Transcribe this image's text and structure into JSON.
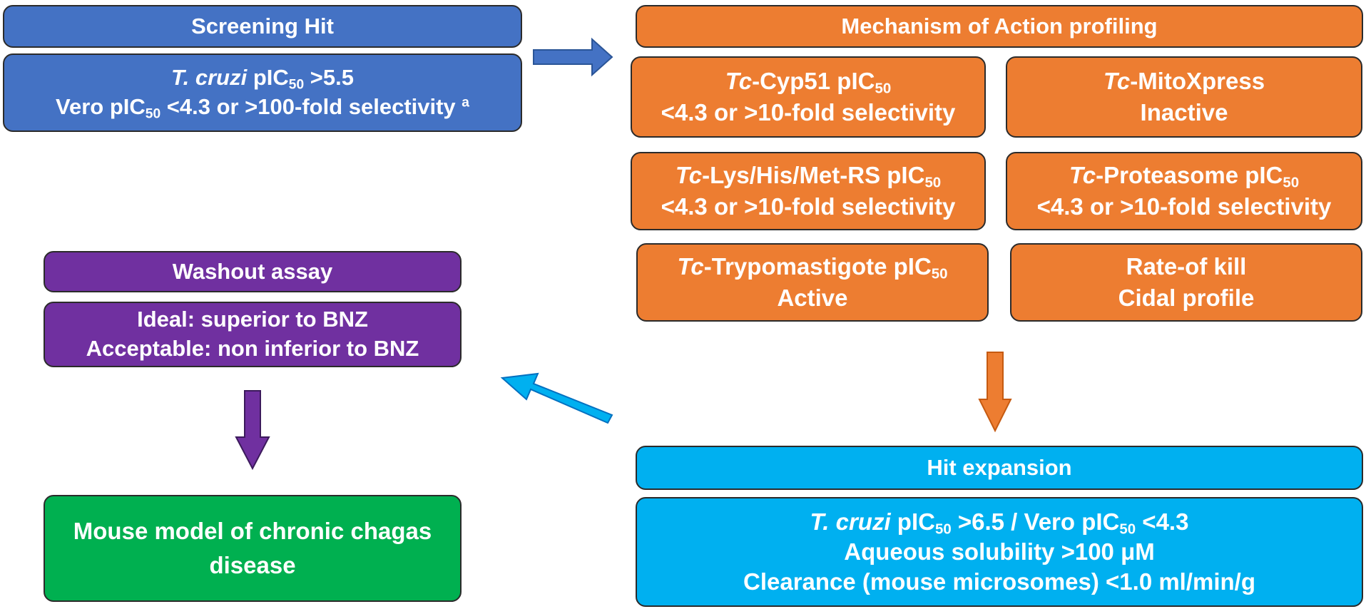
{
  "colors": {
    "screening": "#4472c4",
    "moa": "#ed7d31",
    "washout": "#7030a0",
    "hit_expansion": "#00b0f0",
    "mouse": "#00b050",
    "outline": "#2b2b2b",
    "text": "#ffffff"
  },
  "screening": {
    "title": "Screening Hit",
    "line1": {
      "italic": "T. cruzi",
      "pre": " pIC",
      "sub": "50",
      "post": " >5.5"
    },
    "line2": {
      "pre": "Vero pIC",
      "sub": "50",
      "post": " <4.3 or >100-fold selectivity ",
      "sup": "a"
    }
  },
  "moa": {
    "title": "Mechanism of Action profiling",
    "cyp51": {
      "italic": "Tc",
      "pre": "-Cyp51 pIC",
      "sub": "50",
      "line2": "<4.3 or >10-fold selectivity"
    },
    "mito": {
      "italic": "Tc",
      "pre": "-MitoXpress",
      "line2": "Inactive"
    },
    "lys": {
      "italic": "Tc",
      "pre": "-Lys/His/Met-RS pIC",
      "sub": "50",
      "line2": "<4.3 or >10-fold selectivity"
    },
    "proteasome": {
      "italic": "Tc",
      "pre": "-Proteasome pIC",
      "sub": "50",
      "line2": "<4.3 or >10-fold selectivity"
    },
    "trypo": {
      "italic": "Tc",
      "pre": "-Trypomastigote pIC",
      "sub": "50",
      "line2": "Active"
    },
    "rate": {
      "line1": "Rate-of kill",
      "line2": "Cidal profile"
    }
  },
  "washout": {
    "title": "Washout assay",
    "line1": "Ideal: superior to BNZ",
    "line2": "Acceptable: non inferior to BNZ"
  },
  "hit_expansion": {
    "title": "Hit expansion",
    "line1": {
      "italic": "T. cruzi",
      "pre": " pIC",
      "sub": "50",
      "mid": " >6.5 / Vero pIC",
      "sub2": "50",
      "post": " <4.3"
    },
    "line2": "Aqueous solubility >100 μM",
    "line3": "Clearance (mouse microsomes) <1.0 ml/min/g"
  },
  "mouse": {
    "line1": "Mouse model of chronic chagas",
    "line2": "disease"
  }
}
